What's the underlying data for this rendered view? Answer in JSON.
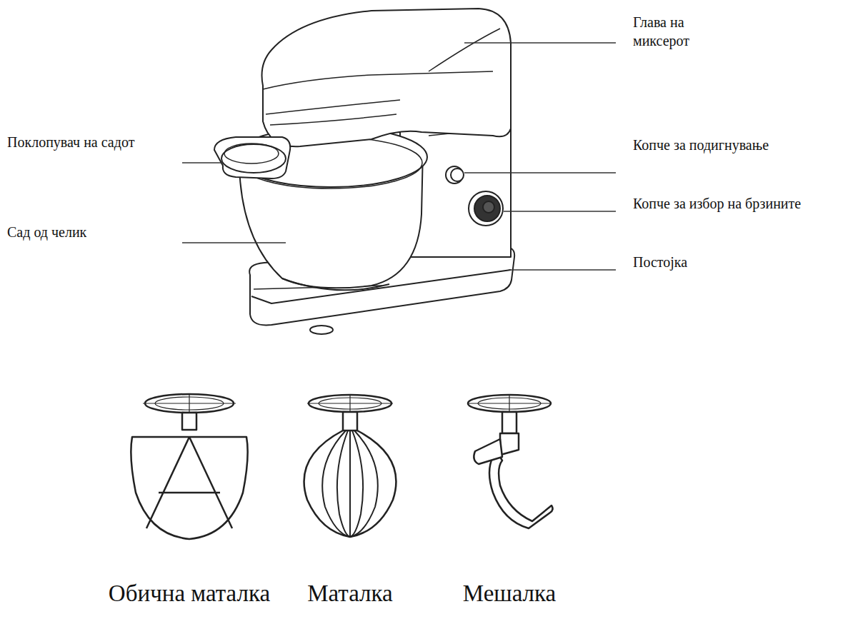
{
  "diagram": {
    "labels": [
      "Глава на миксерот",
      "Поклопувач на садот",
      "Копче за подигнување",
      "Копче за избор на брзините",
      "Сад од челик",
      "Постојка",
      "Обична маталка",
      "Маталка",
      "Мешалка"
    ]
  }
}
